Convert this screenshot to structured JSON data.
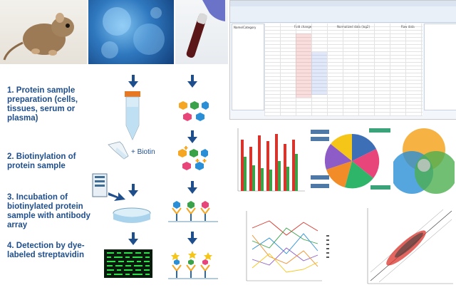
{
  "steps": [
    {
      "label": "1. Protein sample preparation (cells, tissues, serum or plasma)"
    },
    {
      "label": "2. Biotinylation of protein sample"
    },
    {
      "label": "3. Incubation of biotinylated protein sample with antibody array"
    },
    {
      "label": "4. Detection by dye-labeled streptavidin"
    }
  ],
  "biotin_label": "+ Biotin",
  "spreadsheet": {
    "headers": [
      "Fold change",
      "Normalized data (log2)",
      "Raw data"
    ],
    "sample_list_title": "Name/Category"
  },
  "colors": {
    "step_text": "#1f4e8c",
    "arrow": "#1f4e8c",
    "bar_red": "#d9342b",
    "bar_green": "#3aa34a",
    "venn_orange": "#f5a623",
    "venn_blue": "#2a8fd6",
    "venn_green": "#4caf50"
  }
}
